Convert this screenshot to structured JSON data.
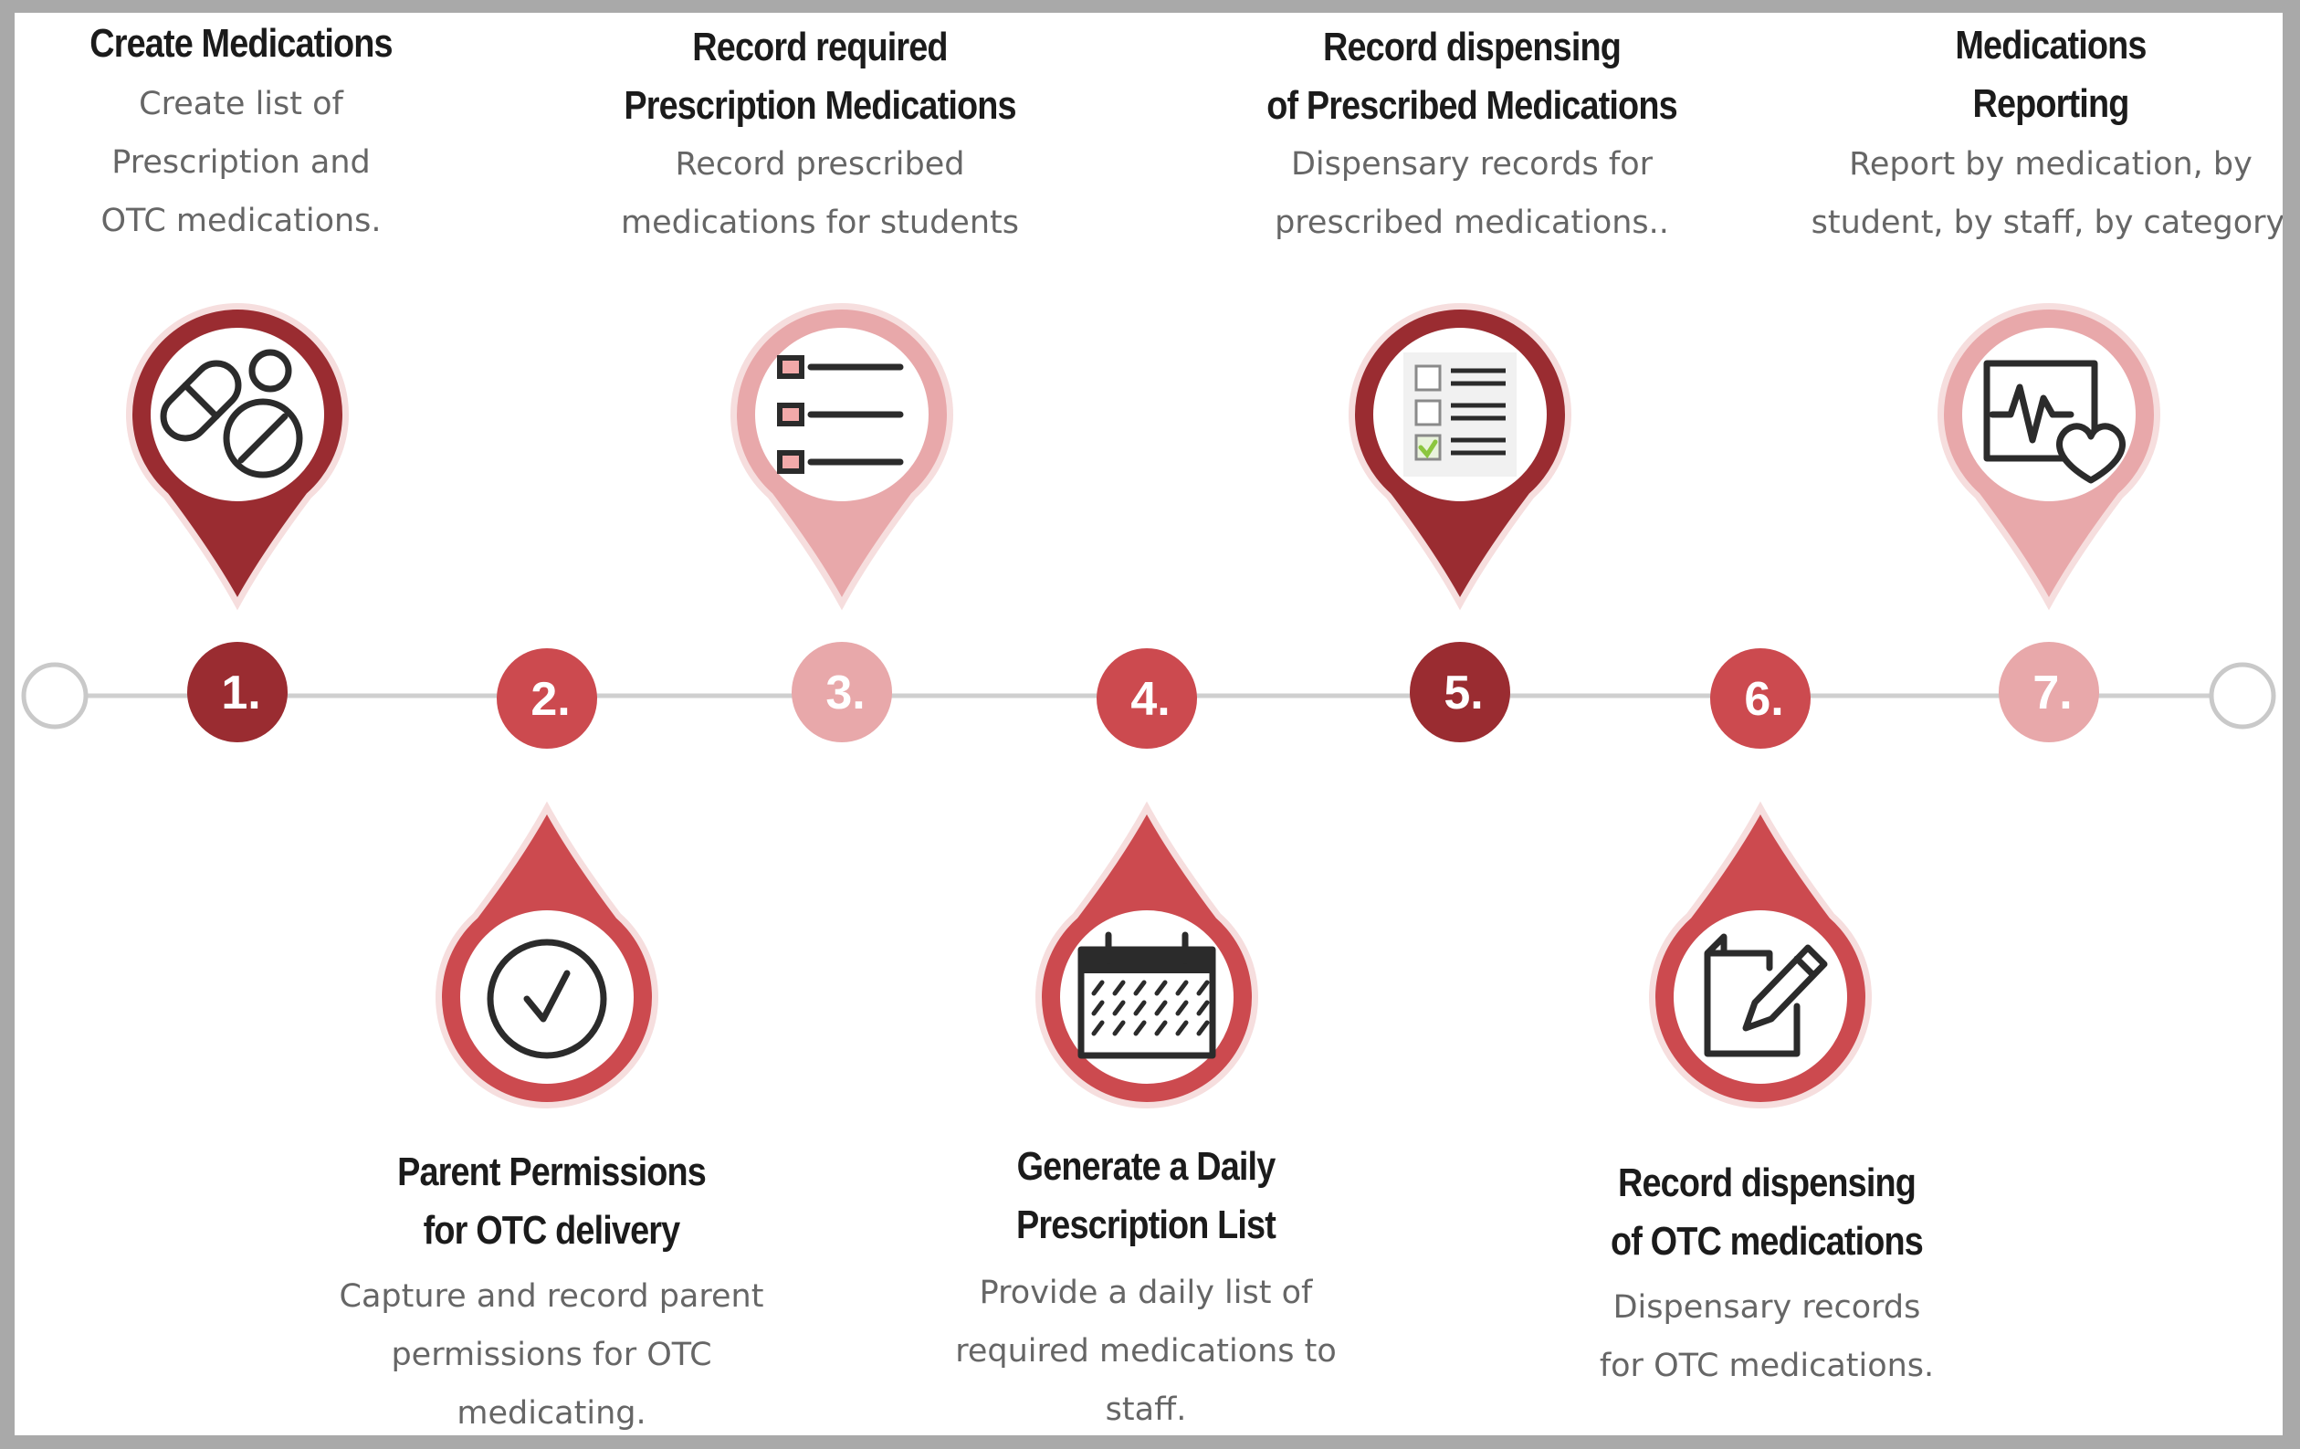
{
  "colors": {
    "dark": "#9a2c31",
    "mid": "#cc4a4f",
    "light": "#e8a8aa",
    "axis": "#cfcfcf",
    "icon": "#2b2b2b"
  },
  "steps": [
    {
      "number": "1.",
      "title": [
        "Create Medications"
      ],
      "desc": [
        "Create list of",
        "Prescription and",
        "OTC medications."
      ],
      "color": "dark",
      "icon": "pills-icon",
      "position": "top"
    },
    {
      "number": "2.",
      "title": [
        "Parent Permissions",
        "for OTC delivery"
      ],
      "desc": [
        "Capture and record parent",
        "permissions for OTC",
        "medicating."
      ],
      "color": "mid",
      "icon": "checkmark-circle-icon",
      "position": "bottom"
    },
    {
      "number": "3.",
      "title": [
        "Record required",
        "Prescription Medications"
      ],
      "desc": [
        "Record prescribed",
        "medications for students"
      ],
      "color": "light",
      "icon": "list-icon",
      "position": "top"
    },
    {
      "number": "4.",
      "title": [
        "Generate a Daily",
        "Prescription List"
      ],
      "desc": [
        "Provide a daily list of",
        "required medications to",
        "staff."
      ],
      "color": "mid",
      "icon": "calendar-icon",
      "position": "bottom"
    },
    {
      "number": "5.",
      "title": [
        "Record dispensing",
        "of Prescribed Medications"
      ],
      "desc": [
        "Dispensary records for",
        "prescribed medications.."
      ],
      "color": "dark",
      "icon": "checklist-icon",
      "position": "top"
    },
    {
      "number": "6.",
      "title": [
        "Record dispensing",
        "of OTC medications"
      ],
      "desc": [
        "Dispensary records",
        "for OTC medications."
      ],
      "color": "mid",
      "icon": "document-pencil-icon",
      "position": "bottom"
    },
    {
      "number": "7.",
      "title": [
        "Medications",
        "Reporting"
      ],
      "desc": [
        "Report by medication, by",
        "student, by staff, by category."
      ],
      "color": "light",
      "icon": "heart-monitor-icon",
      "position": "top"
    }
  ]
}
